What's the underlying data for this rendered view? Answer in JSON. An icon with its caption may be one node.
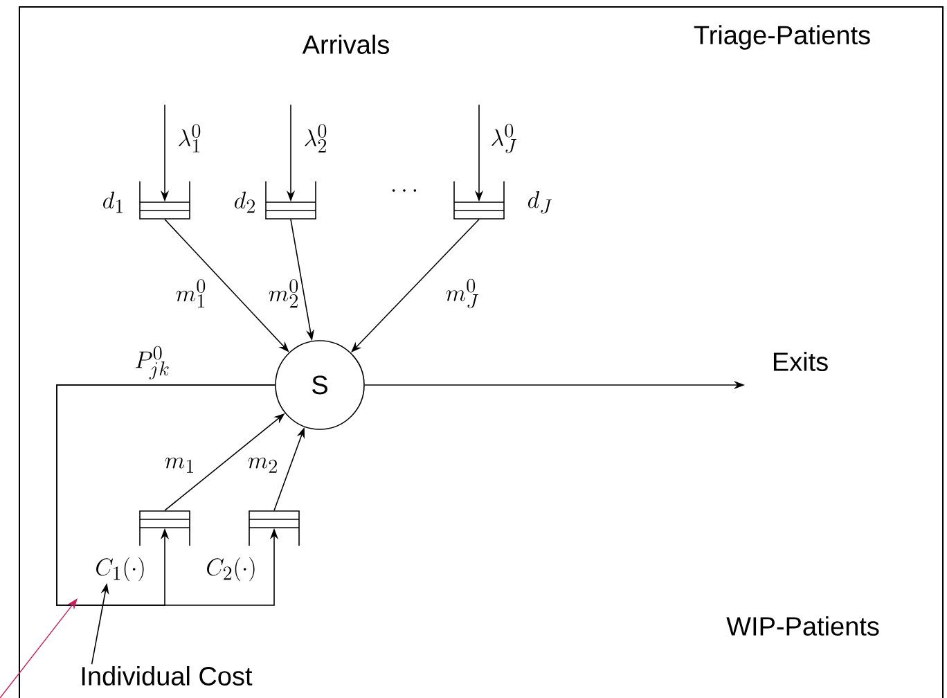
{
  "diagram": {
    "nodes": [
      {
        "text": [],
        "shape": "box",
        "beside": [
          "d_1"
        ]
      },
      {
        "text": [],
        "shape": "box",
        "beside": [
          "d_2"
        ]
      },
      {
        "text": [],
        "shape": "box",
        "beside": [
          "d_J"
        ]
      },
      {
        "text": [
          "S"
        ]
      },
      {
        "text": [],
        "shape": "box"
      },
      {
        "text": [],
        "shape": "box"
      },
      {
        "text": [
          "C_1(\\cdot)"
        ]
      },
      {
        "text": [
          "C_2(\\cdot)"
        ]
      },
      {
        "text": [
          "Individual Cost"
        ]
      },
      {
        "text": [
          "Exits"
        ]
      }
    ],
    "edges": [
      {
        "from": null,
        "to": 0,
        "arrow": "to",
        "label": "\\lambda_1^0"
      },
      {
        "from": null,
        "to": 1,
        "arrow": "to",
        "label": "\\lambda_2^0"
      },
      {
        "from": null,
        "to": 2,
        "arrow": "to",
        "label": "\\lambda_J^0"
      },
      {
        "from": 0,
        "to": 3,
        "arrow": "to",
        "label": "m_1^0"
      },
      {
        "from": 1,
        "to": 3,
        "arrow": "to",
        "label": "m_2^0"
      },
      {
        "from": 2,
        "to": 3,
        "arrow": "to",
        "label": "m_J^0"
      },
      {
        "from": 4,
        "to": 3,
        "arrow": "to",
        "label": "m_1"
      },
      {
        "from": 5,
        "to": 3,
        "arrow": "to",
        "label": "m_2"
      },
      {
        "from": 3,
        "to": 4,
        "arrow": "to",
        "label": "P_{jk}^0"
      },
      {
        "from": 3,
        "to": 5,
        "arrow": "to"
      },
      {
        "from": 3,
        "to": 9,
        "arrow": "to"
      },
      {
        "from": 8,
        "to": 6,
        "arrow": "to"
      }
    ],
    "labels": [
      "Arrivals",
      "Triage-Patients",
      "\\cdots",
      "WIP-Patients"
    ]
  }
}
